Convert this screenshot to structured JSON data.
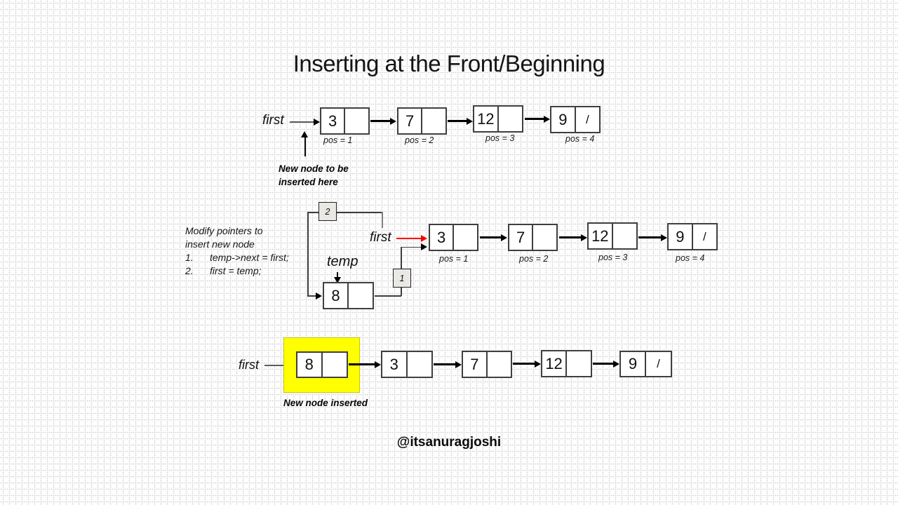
{
  "title": "Inserting at the Front/Beginning",
  "footer": "@itsanuragjoshi",
  "colors": {
    "highlight": "#ffff00",
    "red_arrow": "#ff0000",
    "badge_fill": "#e9e8e5",
    "node_border": "#3f3f3f"
  },
  "row1": {
    "pointer": "first",
    "annotation_line1": "New node to be",
    "annotation_line2": "inserted here",
    "nodes": [
      {
        "value": "3",
        "next": "",
        "pos": "pos = 1"
      },
      {
        "value": "7",
        "next": "",
        "pos": "pos = 2"
      },
      {
        "value": "12",
        "next": "",
        "pos": "pos = 3"
      },
      {
        "value": "9",
        "next": "/",
        "pos": "pos = 4"
      }
    ]
  },
  "row2": {
    "instructions": {
      "line1": "Modify pointers to",
      "line2": "insert new node",
      "item1_num": "1.",
      "item1_text": "temp->next = first;",
      "item2_num": "2.",
      "item2_text": "first = temp;"
    },
    "pointer_first": "first",
    "pointer_temp": "temp",
    "badge_step2": "2",
    "badge_step1": "1",
    "new_node": {
      "value": "8",
      "next": ""
    },
    "nodes": [
      {
        "value": "3",
        "next": "",
        "pos": "pos = 1"
      },
      {
        "value": "7",
        "next": "",
        "pos": "pos = 2"
      },
      {
        "value": "12",
        "next": "",
        "pos": "pos = 3"
      },
      {
        "value": "9",
        "next": "/",
        "pos": "pos = 4"
      }
    ]
  },
  "row3": {
    "pointer": "first",
    "annotation": "New node inserted",
    "new_node": {
      "value": "8",
      "next": ""
    },
    "nodes": [
      {
        "value": "3",
        "next": ""
      },
      {
        "value": "7",
        "next": ""
      },
      {
        "value": "12",
        "next": ""
      },
      {
        "value": "9",
        "next": "/"
      }
    ]
  }
}
